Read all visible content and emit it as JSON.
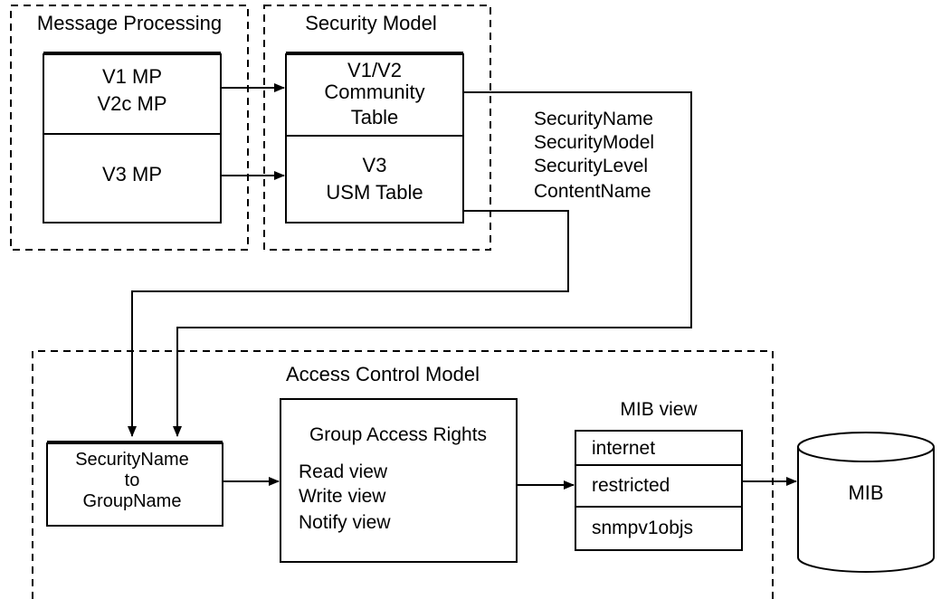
{
  "message_processing": {
    "title": "Message Processing",
    "v1_line1": "V1 MP",
    "v1_line2": "V2c MP",
    "v3": "V3 MP"
  },
  "security_model": {
    "title": "Security Model",
    "community_line1": "V1/V2",
    "community_line2": "Community",
    "community_line3": "Table",
    "usm_line1": "V3",
    "usm_line2": "USM Table"
  },
  "security_params": [
    "SecurityName",
    "SecurityModel",
    "SecurityLevel",
    "ContentName"
  ],
  "access_control": {
    "title": "Access Control Model",
    "mapping_line1": "SecurityName",
    "mapping_line2": "to",
    "mapping_line3": "GroupName",
    "group_title": "Group Access Rights",
    "views": [
      "Read view",
      "Write view",
      "Notify view"
    ],
    "mib_view_title": "MIB view",
    "mib_views": [
      "internet",
      "restricted",
      "snmpv1objs"
    ]
  },
  "mib": {
    "label": "MIB"
  }
}
